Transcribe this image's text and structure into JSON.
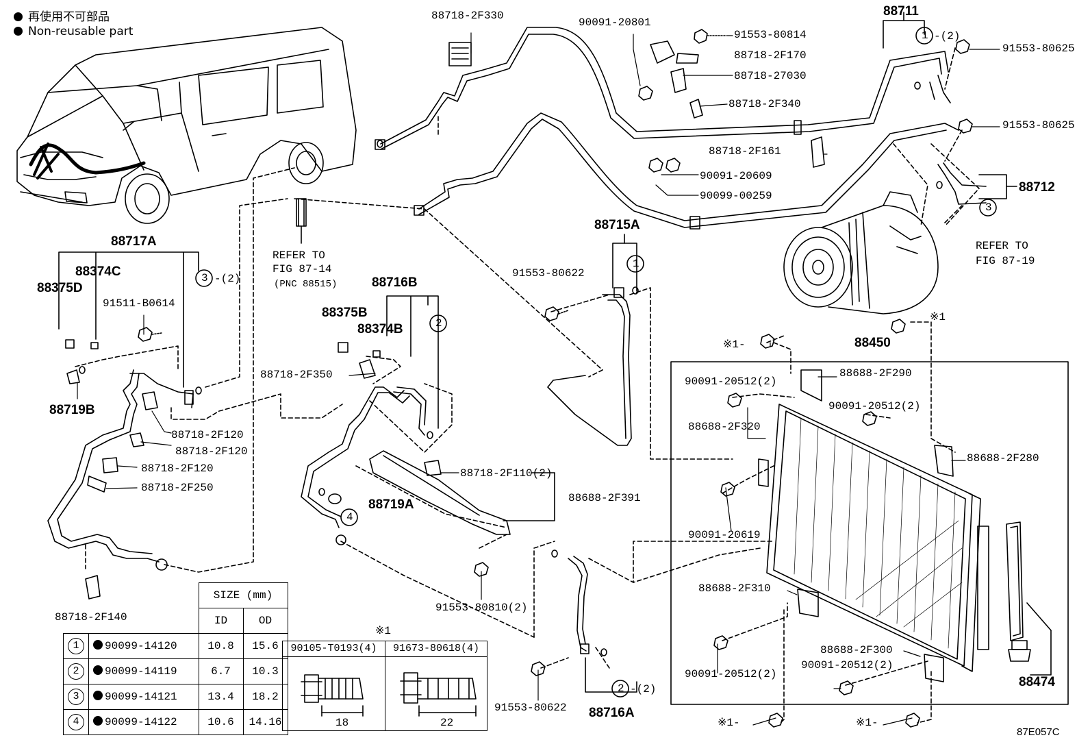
{
  "legend": [
    {
      "text": "再使用不可部品"
    },
    {
      "text": "Non-reusable part"
    }
  ],
  "diagram_code": "87E057C",
  "refs": {
    "fig_87_14": [
      "REFER TO",
      "FIG 87-14",
      "(PNC 88515)"
    ],
    "fig_87_19": [
      "REFER TO",
      "FIG 87-19"
    ]
  },
  "group_labels": {
    "p88711": "88711",
    "p88712": "88712",
    "p88715A": "88715A",
    "p88716A": "88716A",
    "p88716B": "88716B",
    "p88717A": "88717A",
    "p88450": "88450",
    "p88474": "88474",
    "p88374C": "88374C",
    "p88375D": "88375D",
    "p88375B": "88375B",
    "p88374B": "88374B",
    "p88719A": "88719A",
    "p88719B": "88719B"
  },
  "part_labels": {
    "p2F330": "88718-2F330",
    "p20801": "90091-20801",
    "p80814": "91553-80814",
    "p2F170": "88718-2F170",
    "p27030": "88718-27030",
    "p2F340": "88718-2F340",
    "p2F161": "88718-2F161",
    "p20609": "90091-20609",
    "p00259": "90099-00259",
    "p80625a": "91553-80625",
    "p80625b": "91553-80625",
    "p80622a": "91553-80622",
    "p80622b": "91553-80622",
    "pB0614": "91511-B0614",
    "p2F350": "88718-2F350",
    "p2F120a": "88718-2F120",
    "p2F120b": "88718-2F120",
    "p2F120c": "88718-2F120",
    "p2F250": "88718-2F250",
    "p2F110": "88718-2F110(2)",
    "p2F391": "88688-2F391",
    "p80810": "91553-80810(2)",
    "p2F140": "88718-2F140",
    "p20512a": "90091-20512(2)",
    "p20512b": "90091-20512(2)",
    "p20512c": "90091-20512(2)",
    "p20512d": "90091-20512(2)",
    "p2F290": "88688-2F290",
    "p2F320": "88688-2F320",
    "p2F280": "88688-2F280",
    "p20619": "90091-20619",
    "p2F310": "88688-2F310",
    "p2F300": "88688-2F300"
  },
  "qty_notes": {
    "q2_top": "-(2)",
    "q2_left": "-(2)",
    "q2_bottom": "-(2)"
  },
  "circle_refs": {
    "c1_top": "1",
    "c3_right": "3",
    "c1_mid": "1",
    "c3_left": "3",
    "c2_mid": "2",
    "c4": "4",
    "c2_bottom": "2"
  },
  "star_labels": {
    "s_top": "※1",
    "s_left": "※1-",
    "s_bl": "※1-",
    "s_br": "※1-"
  },
  "size_table": {
    "header": "SIZE (mm)",
    "col_id": "ID",
    "col_od": "OD",
    "rows": [
      {
        "ref": "1",
        "part": "90099-14120",
        "id": "10.8",
        "od": "15.6"
      },
      {
        "ref": "2",
        "part": "90099-14119",
        "id": "6.7",
        "od": "10.3"
      },
      {
        "ref": "3",
        "part": "90099-14121",
        "id": "13.4",
        "od": "18.2"
      },
      {
        "ref": "4",
        "part": "90099-14122",
        "id": "10.6",
        "od": "14.16"
      }
    ]
  },
  "bolt_box": {
    "mark": "※1",
    "left_header": "90105-T0193(4)",
    "right_header": "91673-80618(4)",
    "left_len": "18",
    "right_len": "22"
  }
}
